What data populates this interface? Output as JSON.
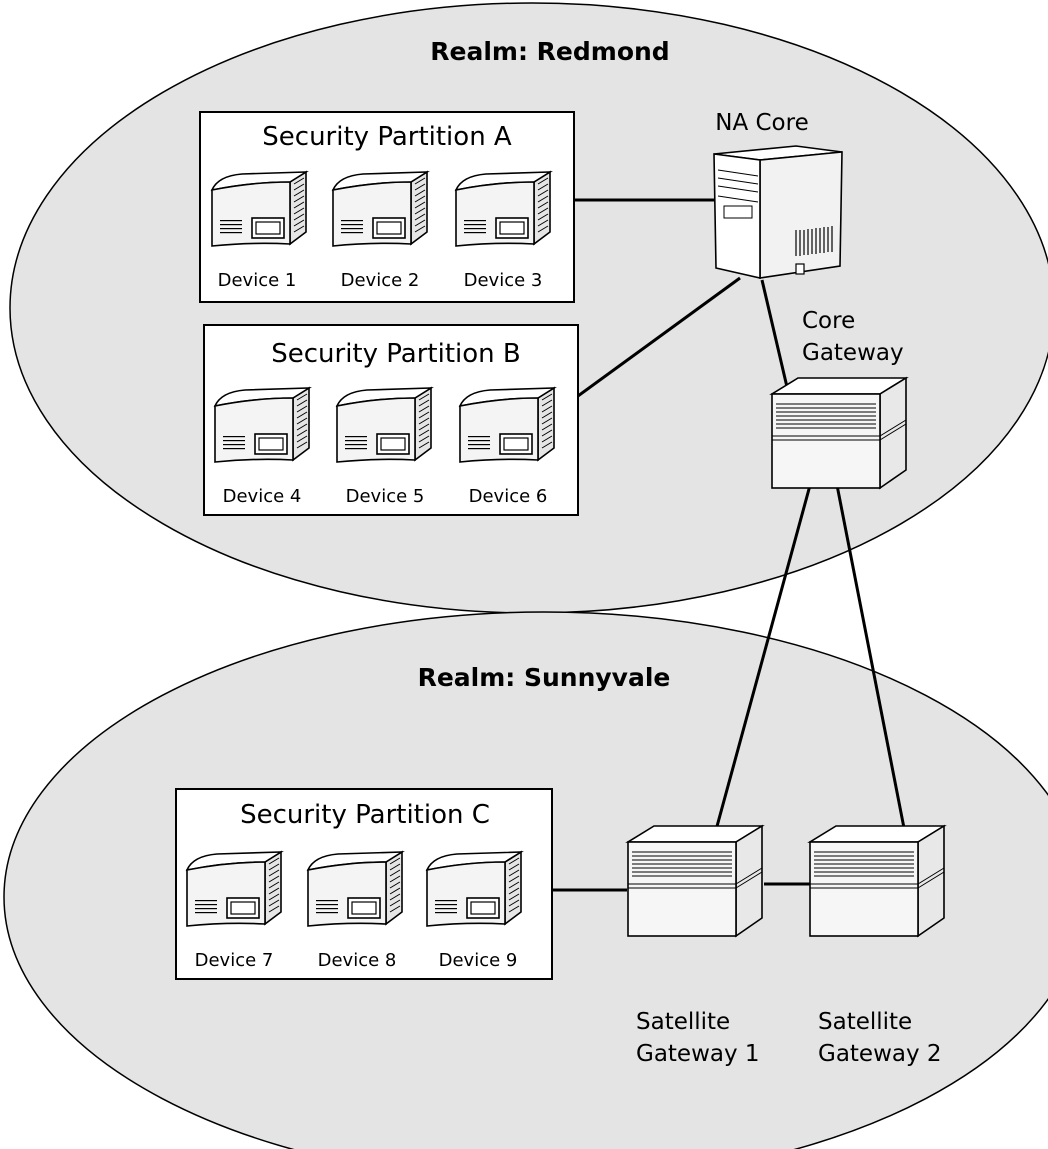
{
  "realms": [
    {
      "id": "redmond",
      "title": "Realm: Redmond"
    },
    {
      "id": "sunnyvale",
      "title": "Realm: Sunnyvale"
    }
  ],
  "partitions": [
    {
      "id": "a",
      "title": "Security Partition A",
      "devices": [
        "Device 1",
        "Device 2",
        "Device 3"
      ]
    },
    {
      "id": "b",
      "title": "Security Partition B",
      "devices": [
        "Device 4",
        "Device 5",
        "Device 6"
      ]
    },
    {
      "id": "c",
      "title": "Security Partition C",
      "devices": [
        "Device 7",
        "Device 8",
        "Device 9"
      ]
    }
  ],
  "nodes": {
    "na_core": {
      "label": "NA Core"
    },
    "core_gateway": {
      "label_lines": [
        "Core",
        "Gateway"
      ]
    },
    "satellite_gateway_1": {
      "label_lines": [
        "Satellite",
        "Gateway 1"
      ]
    },
    "satellite_gateway_2": {
      "label_lines": [
        "Satellite",
        "Gateway 2"
      ]
    }
  },
  "colors": {
    "realm_fill": "#e4e4e4",
    "background": "#ffffff",
    "stroke": "#000000"
  }
}
